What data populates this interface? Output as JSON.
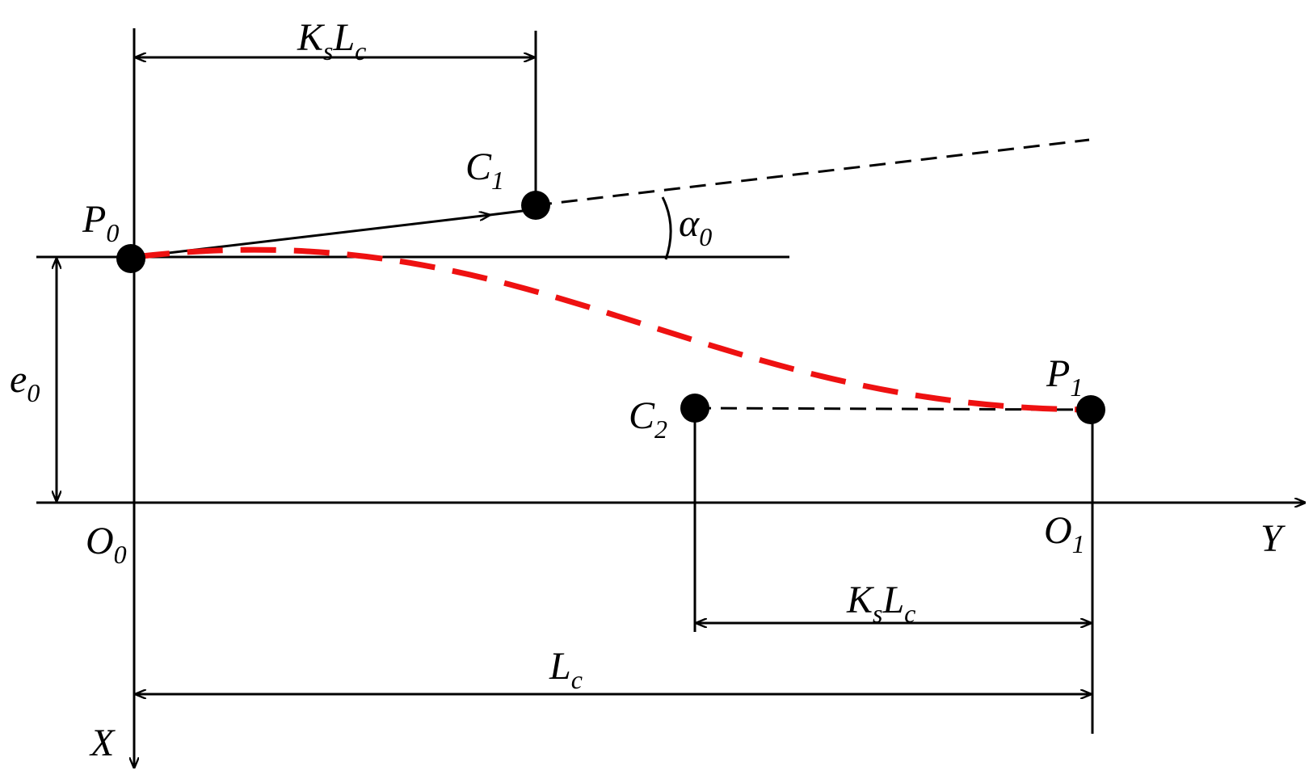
{
  "colors": {
    "line": "#000000",
    "path": "#ee1111",
    "background": "#ffffff"
  },
  "labels": {
    "ks_top": {
      "main": "K",
      "sub": "s",
      "main2": "L",
      "sub2": "c"
    },
    "ks_bottom": {
      "main": "K",
      "sub": "s",
      "main2": "L",
      "sub2": "c"
    },
    "lc": {
      "main": "L",
      "sub": "c"
    },
    "c1": {
      "main": "C",
      "sub": "1"
    },
    "c2": {
      "main": "C",
      "sub": "2"
    },
    "p0": {
      "main": "P",
      "sub": "0"
    },
    "p1": {
      "main": "P",
      "sub": "1"
    },
    "o0": {
      "main": "O",
      "sub": "0"
    },
    "o1": {
      "main": "O",
      "sub": "1"
    },
    "alpha0": {
      "main": "α",
      "sub": "0"
    },
    "e0": {
      "main": "e",
      "sub": "0"
    },
    "x_axis": "X",
    "y_axis": "Y"
  }
}
